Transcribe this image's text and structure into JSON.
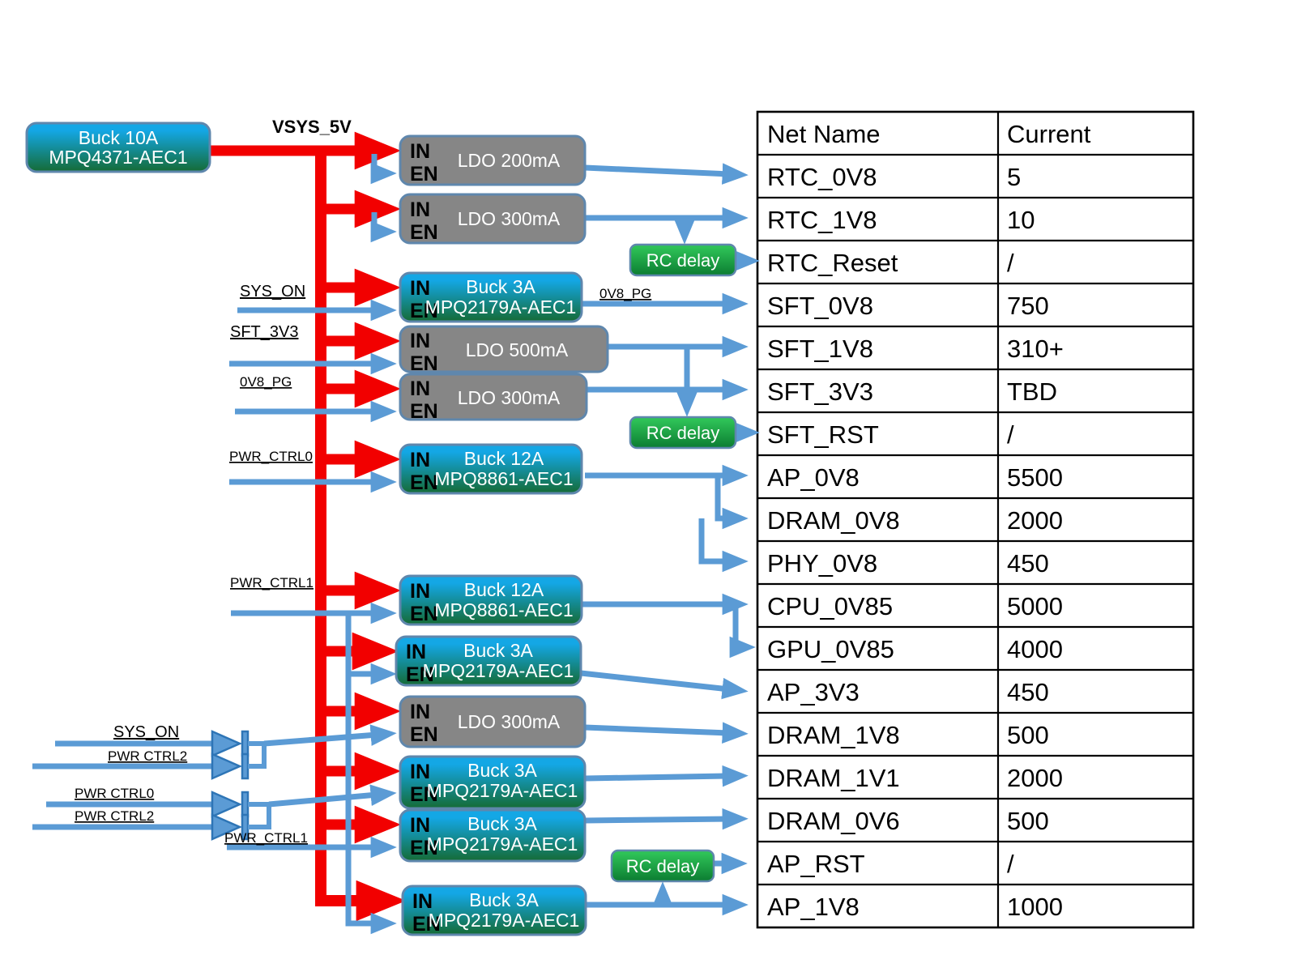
{
  "source": {
    "line1": "Buck 10A",
    "line2": "MPQ4371-AEC1"
  },
  "rail": {
    "label": "VSYS_5V"
  },
  "pins": {
    "in": "IN",
    "en": "EN"
  },
  "regulators": [
    {
      "label": "LDO 200mA",
      "part": ""
    },
    {
      "label": "LDO 300mA",
      "part": ""
    },
    {
      "label": "Buck 3A",
      "part": "MPQ2179A-AEC1"
    },
    {
      "label": "LDO 500mA",
      "part": ""
    },
    {
      "label": "LDO 300mA",
      "part": ""
    },
    {
      "label": "Buck 12A",
      "part": "MPQ8861-AEC1"
    },
    {
      "label": "Buck 12A",
      "part": "MPQ8861-AEC1"
    },
    {
      "label": "Buck 3A",
      "part": "MPQ2179A-AEC1"
    },
    {
      "label": "LDO 300mA",
      "part": ""
    },
    {
      "label": "Buck 3A",
      "part": "MPQ2179A-AEC1"
    },
    {
      "label": "Buck 3A",
      "part": "MPQ2179A-AEC1"
    },
    {
      "label": "Buck 3A",
      "part": "MPQ2179A-AEC1"
    }
  ],
  "rc_delay": {
    "label": "RC delay"
  },
  "signals": {
    "sys_on": "SYS_ON",
    "sft_3v3": "SFT_3V3",
    "ov8_pg": "0V8_PG",
    "pwr_ctrl0": "PWR_CTRL0",
    "pwr_ctrl1": "PWR_CTRL1",
    "pwr_ctrl0_b": "PWR CTRL0",
    "pwr_ctrl2_b": "PWR CTRL2",
    "ov8_pg_out": "0V8_PG"
  },
  "table": {
    "headers": [
      "Net Name",
      "Current"
    ],
    "rows": [
      [
        "RTC_0V8",
        "5"
      ],
      [
        "RTC_1V8",
        "10"
      ],
      [
        "RTC_Reset",
        "/"
      ],
      [
        "SFT_0V8",
        "750"
      ],
      [
        "SFT_1V8",
        "310+"
      ],
      [
        "SFT_3V3",
        "TBD"
      ],
      [
        "SFT_RST",
        "/"
      ],
      [
        "AP_0V8",
        "5500"
      ],
      [
        "DRAM_0V8",
        "2000"
      ],
      [
        "PHY_0V8",
        "450"
      ],
      [
        "CPU_0V85",
        "5000"
      ],
      [
        "GPU_0V85",
        "4000"
      ],
      [
        "AP_3V3",
        "450"
      ],
      [
        "DRAM_1V8",
        "500"
      ],
      [
        "DRAM_1V1",
        "2000"
      ],
      [
        "DRAM_0V6",
        "500"
      ],
      [
        "AP_RST",
        "/"
      ],
      [
        "AP_1V8",
        "1000"
      ]
    ]
  },
  "colors": {
    "red": "#F20000",
    "blue": "#5B9BD5",
    "blue_dark": "#2E75B6",
    "gray_block": "#868686",
    "block_border": "#5F87AD",
    "buck_top": "#14A7E5",
    "buck_bottom": "#156B35",
    "rc_top": "#2EC257",
    "rc_bottom": "#0C7C31",
    "table_line": "#000000",
    "text_dark": "#000000",
    "text_light": "#FFFFFF"
  }
}
